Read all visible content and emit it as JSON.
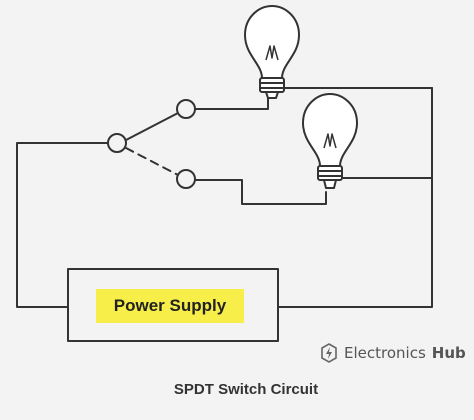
{
  "components": {
    "power_supply_label": "Power Supply",
    "switch_type": "SPDT"
  },
  "brand": {
    "name_light": "Electronics",
    "name_bold": "Hub",
    "logo_icon": "electronics-hub-logo"
  },
  "caption": "SPDT Switch Circuit",
  "colors": {
    "background": "#f3f3f3",
    "wire": "#333333",
    "label_highlight": "#f7ee4a",
    "bulb_fill": "#ffffff"
  }
}
